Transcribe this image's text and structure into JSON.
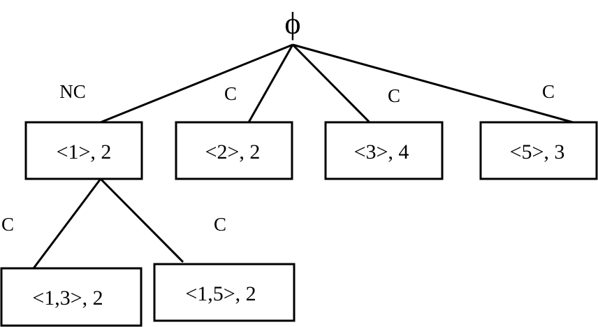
{
  "diagram": {
    "type": "tree",
    "root": {
      "id": "root",
      "label": "ϕ"
    },
    "nodes": [
      {
        "id": "n1",
        "label": "<1>, 2"
      },
      {
        "id": "n2",
        "label": "<2>, 2"
      },
      {
        "id": "n3",
        "label": "<3>, 4"
      },
      {
        "id": "n5",
        "label": "<5>, 3"
      },
      {
        "id": "n13",
        "label": "<1,3>, 2"
      },
      {
        "id": "n15",
        "label": "<1,5>, 2"
      }
    ],
    "edges": [
      {
        "from": "root",
        "to": "n1",
        "label": "NC"
      },
      {
        "from": "root",
        "to": "n2",
        "label": "C"
      },
      {
        "from": "root",
        "to": "n3",
        "label": "C"
      },
      {
        "from": "root",
        "to": "n5",
        "label": "C"
      },
      {
        "from": "n1",
        "to": "n13",
        "label": "C"
      },
      {
        "from": "n1",
        "to": "n15",
        "label": "C"
      }
    ],
    "colors": {
      "stroke": "#000000",
      "background": "#ffffff"
    }
  }
}
